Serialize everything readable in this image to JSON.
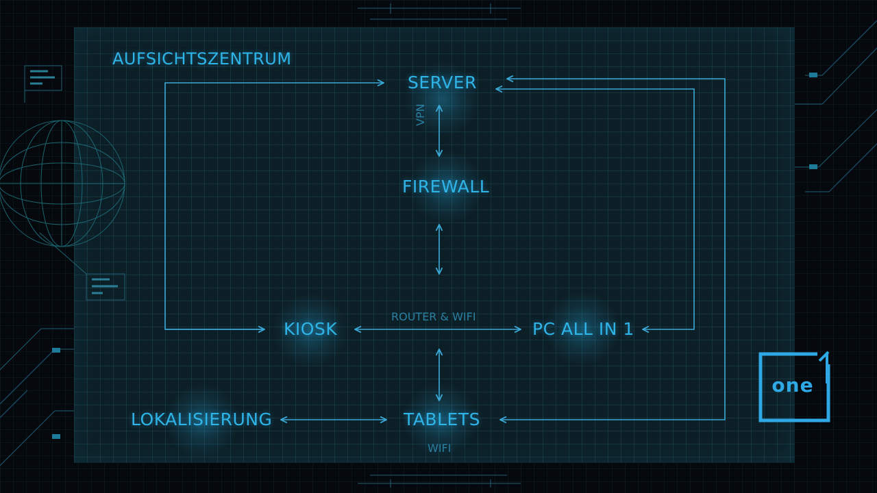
{
  "diagram": {
    "title": "AUFSICHTSZENTRUM",
    "nodes": {
      "server": "SERVER",
      "firewall": "FIREWALL",
      "kiosk": "KIOSK",
      "pc": "PC ALL IN 1",
      "lokalisierung": "LOKALISIERUNG",
      "tablets": "TABLETS"
    },
    "edge_labels": {
      "vpn": "VPN",
      "router": "ROUTER & WIFI",
      "wifi": "WIFI"
    }
  },
  "logo": {
    "text": "one"
  },
  "colors": {
    "accent": "#2fb4e8",
    "line": "#3aa9d8",
    "panel": "#0d1f26",
    "background": "#05090d"
  }
}
